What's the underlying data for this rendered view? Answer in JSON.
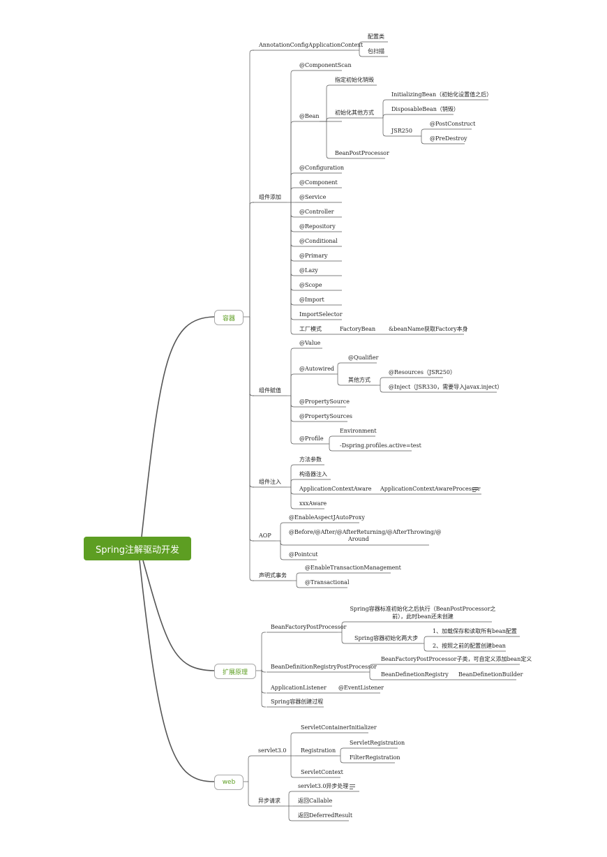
{
  "root": "Spring注解驱动开发",
  "colors": {
    "root_fill": "#5d9e22",
    "branch_text": "#5d9e22",
    "line": "#555555"
  },
  "nodes": {
    "b1": "容器",
    "b1_a": "AnnotationConfigApplicationContext",
    "b1_a1": "配置类",
    "b1_a2": "包扫描",
    "b1_b": "组件添加",
    "b1_b1": "@ComponentScan",
    "b1_b2": "@Bean",
    "b1_b2a": "指定初始化销毁",
    "b1_b2b": "初始化其他方式",
    "b1_b2b1": "InitializingBean（初始化设置值之后）",
    "b1_b2b2": "DisposableBean（销毁）",
    "b1_b2b3": "JSR250",
    "b1_b2b3a": "@PostConstruct",
    "b1_b2b3b": "@PreDestroy",
    "b1_b2c": "BeanPostProcessor",
    "b1_b3": "@Configuration",
    "b1_b4": "@Component",
    "b1_b5": "@Service",
    "b1_b6": "@Controller",
    "b1_b7": "@Repository",
    "b1_b8": "@Conditional",
    "b1_b9": "@Primary",
    "b1_b10": "@Lazy",
    "b1_b11": "@Scope",
    "b1_b12": "@Import",
    "b1_b13": "ImportSelector",
    "b1_b14": "工厂模式",
    "b1_b14a": "FactoryBean",
    "b1_b14b": "&beanName获取Factory本身",
    "b1_c": "组件赋值",
    "b1_c1": "@Value",
    "b1_c2": "@Autowired",
    "b1_c2a": "@Qualifier",
    "b1_c2b": "其他方式",
    "b1_c2b1": "@Resources（JSR250）",
    "b1_c2b2": "@Inject（JSR330，需要导入javax.inject）",
    "b1_c3": "@PropertySource",
    "b1_c4": "@PropertySources",
    "b1_c5": "@Profile",
    "b1_c5a": "Environment",
    "b1_c5b": "-Dspring.profiles.active=test",
    "b1_d": "组件注入",
    "b1_d1": "方法参数",
    "b1_d2": "构造器注入",
    "b1_d3": "ApplicationContextAware",
    "b1_d3a": "ApplicationContextAwareProcessor",
    "b1_d4": "xxxAware",
    "b1_e": "AOP",
    "b1_e1": "@EnableAspectJAutoProxy",
    "b1_e2a": "@Before/@After/@AfterReturning/@AfterThrowing/@",
    "b1_e2b": "Around",
    "b1_e3": "@Pointcut",
    "b1_f": "声明式事务",
    "b1_f1": "@EnableTransactionManagement",
    "b1_f2": "@Transactional",
    "b2": "扩展原理",
    "b2_a": "BeanFactoryPostProcessor",
    "b2_a1a": "Spring容器标准初始化之后执行（BeanPostProcessor之",
    "b2_a1b": "前），此时bean还未创建",
    "b2_a2": "Spring容器初始化两大步",
    "b2_a2a": "1、加载保存和读取所有bean配置",
    "b2_a2b": "2、按照之前的配置创建bean",
    "b2_b": "BeanDefinitionRegistryPostProcessor",
    "b2_b1": "BeanFactoryPostProcessor子类，可自定义添加bean定义",
    "b2_b2": "BeanDefinetionRegistry",
    "b2_b2a": "BeanDefinetionBuilder",
    "b2_c": "ApplicationListener",
    "b2_c1": "@EventListener",
    "b2_d": "Spring容器创建过程",
    "b3": "web",
    "b3_a": "servlet3.0",
    "b3_a1": "ServletContainerInitializer",
    "b3_a2": "Registration",
    "b3_a2a": "ServletRegistration",
    "b3_a2b": "FilterRegistration",
    "b3_a3": "ServletContext",
    "b3_b": "异步请求",
    "b3_b1": "servlet3.0异步处理",
    "b3_b2": "返回Callable",
    "b3_b3": "返回DeferredResult"
  },
  "note_icons": [
    "note-icon"
  ]
}
